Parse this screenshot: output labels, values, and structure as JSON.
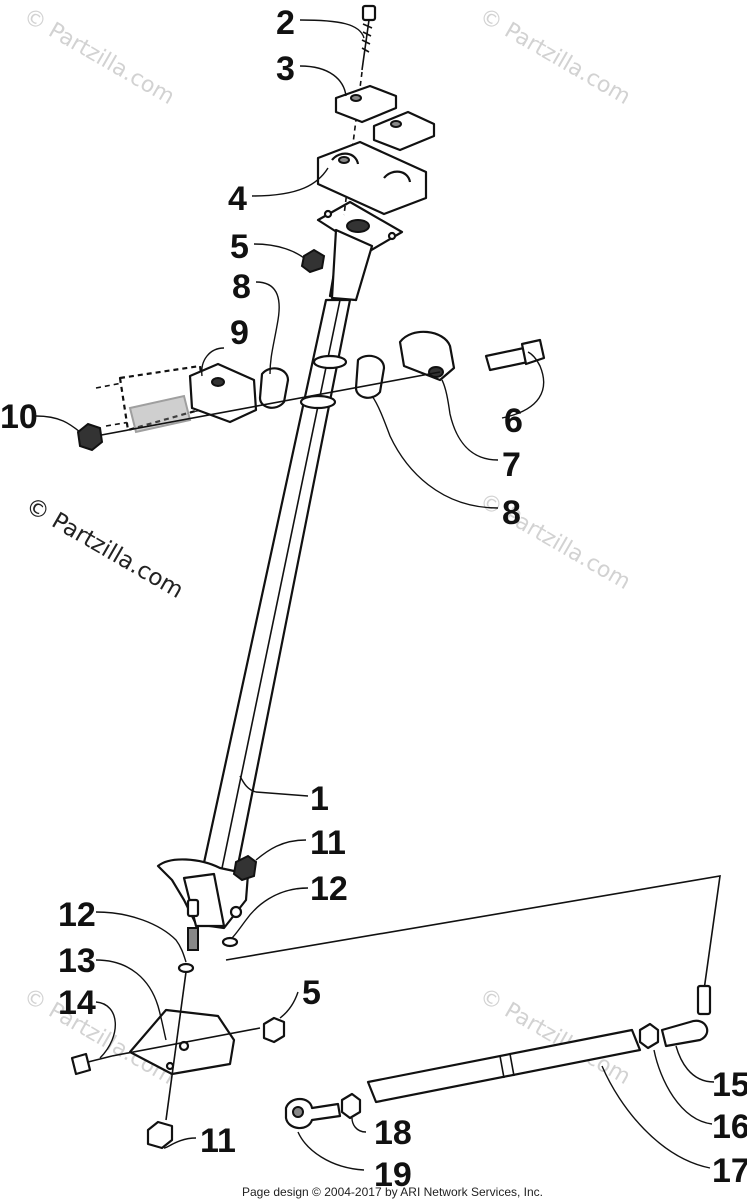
{
  "callouts": {
    "c1": "1",
    "c2": "2",
    "c3": "3",
    "c4": "4",
    "c5a": "5",
    "c5b": "5",
    "c6": "6",
    "c7": "7",
    "c8a": "8",
    "c8b": "8",
    "c9": "9",
    "c10": "10",
    "c11a": "11",
    "c11b": "11",
    "c12a": "12",
    "c12b": "12",
    "c13": "13",
    "c14": "14",
    "c15": "15",
    "c16": "16",
    "c17": "17",
    "c18": "18",
    "c19": "19"
  },
  "watermark": {
    "faint": "© Partzilla.com",
    "main": "© Partzilla.com"
  },
  "footer": {
    "text": "Page design © 2004-2017 by ARI Network Services, Inc."
  },
  "colors": {
    "ink": "#111111",
    "watermark": "#d2d2d2",
    "background": "#ffffff"
  }
}
